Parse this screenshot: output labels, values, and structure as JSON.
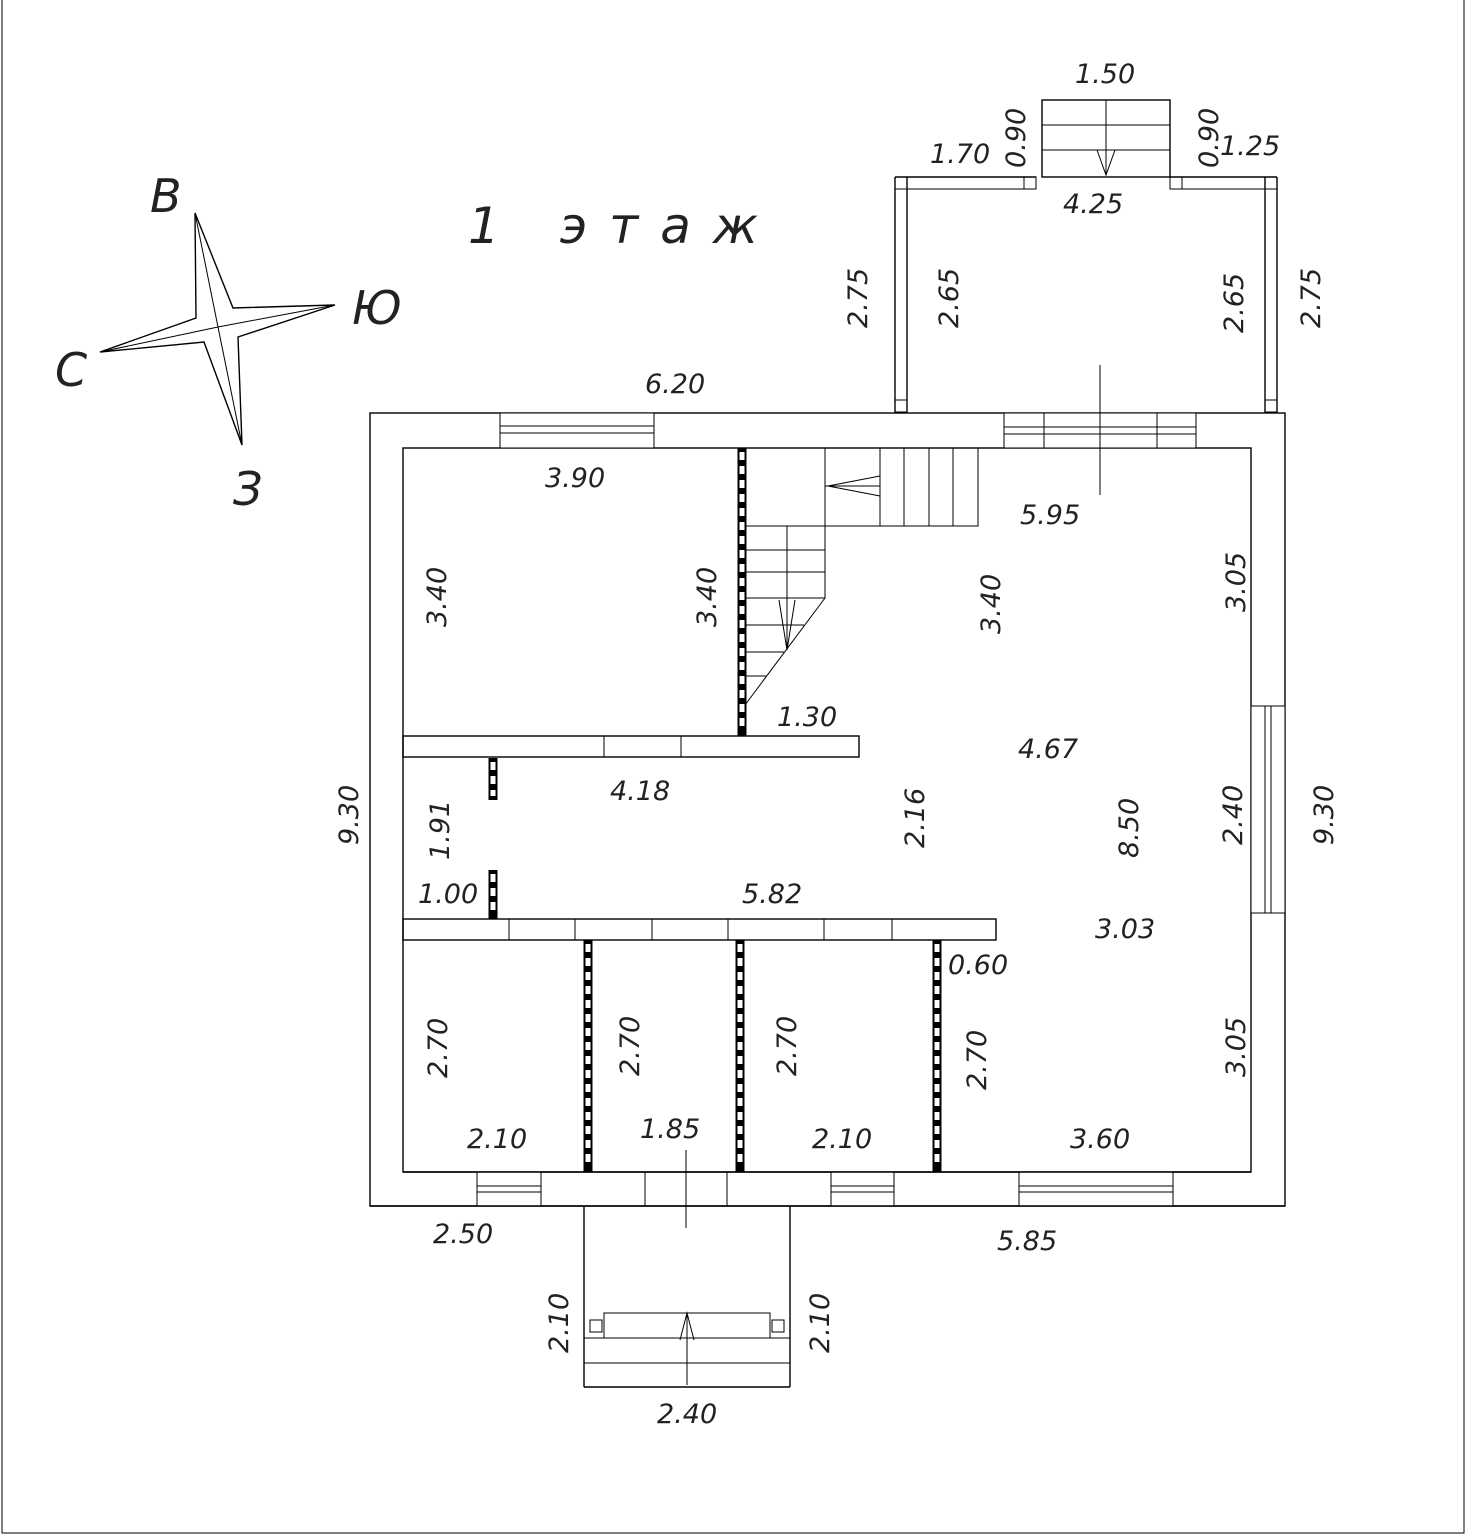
{
  "title": "1 этаж",
  "compass": {
    "north": "В",
    "east": "Ю",
    "west": "С",
    "south": "З"
  },
  "dims": {
    "stair_width": "1.50",
    "porch_left": "1.70",
    "porch_step_left": "0.90",
    "porch_step_right": "0.90",
    "porch_right": "1.25",
    "porch_width": "4.25",
    "porch_outer_left": "2.75",
    "porch_inner_left": "2.65",
    "porch_inner_right": "2.65",
    "porch_outer_right": "2.75",
    "top_wall": "6.20",
    "room1_width": "3.90",
    "living_width": "5.95",
    "room1_height": "3.40",
    "room1_wall_height": "3.40",
    "living_height_a": "3.40",
    "right_upper": "3.05",
    "stair_landing": "1.30",
    "living_area": "4.67",
    "corridor_length": "4.18",
    "left_total": "9.30",
    "corridor_depth": "1.91",
    "corridor_center": "2.16",
    "living_depth": "8.50",
    "window_right": "2.40",
    "right_total": "9.30",
    "door_width": "1.00",
    "corridor_bottom": "5.82",
    "lower_area": "3.03",
    "partition_gap": "0.60",
    "room_a_height": "2.70",
    "room_b_height": "2.70",
    "room_c_height": "2.70",
    "room_d_height": "2.70",
    "right_lower": "3.05",
    "room_a_width": "2.10",
    "room_b_width": "1.85",
    "room_c_width": "2.10",
    "room_d_width": "3.60",
    "bottom_left": "2.50",
    "bottom_right": "5.85",
    "entry_left": "2.10",
    "entry_right": "2.10",
    "entry_width": "2.40"
  }
}
